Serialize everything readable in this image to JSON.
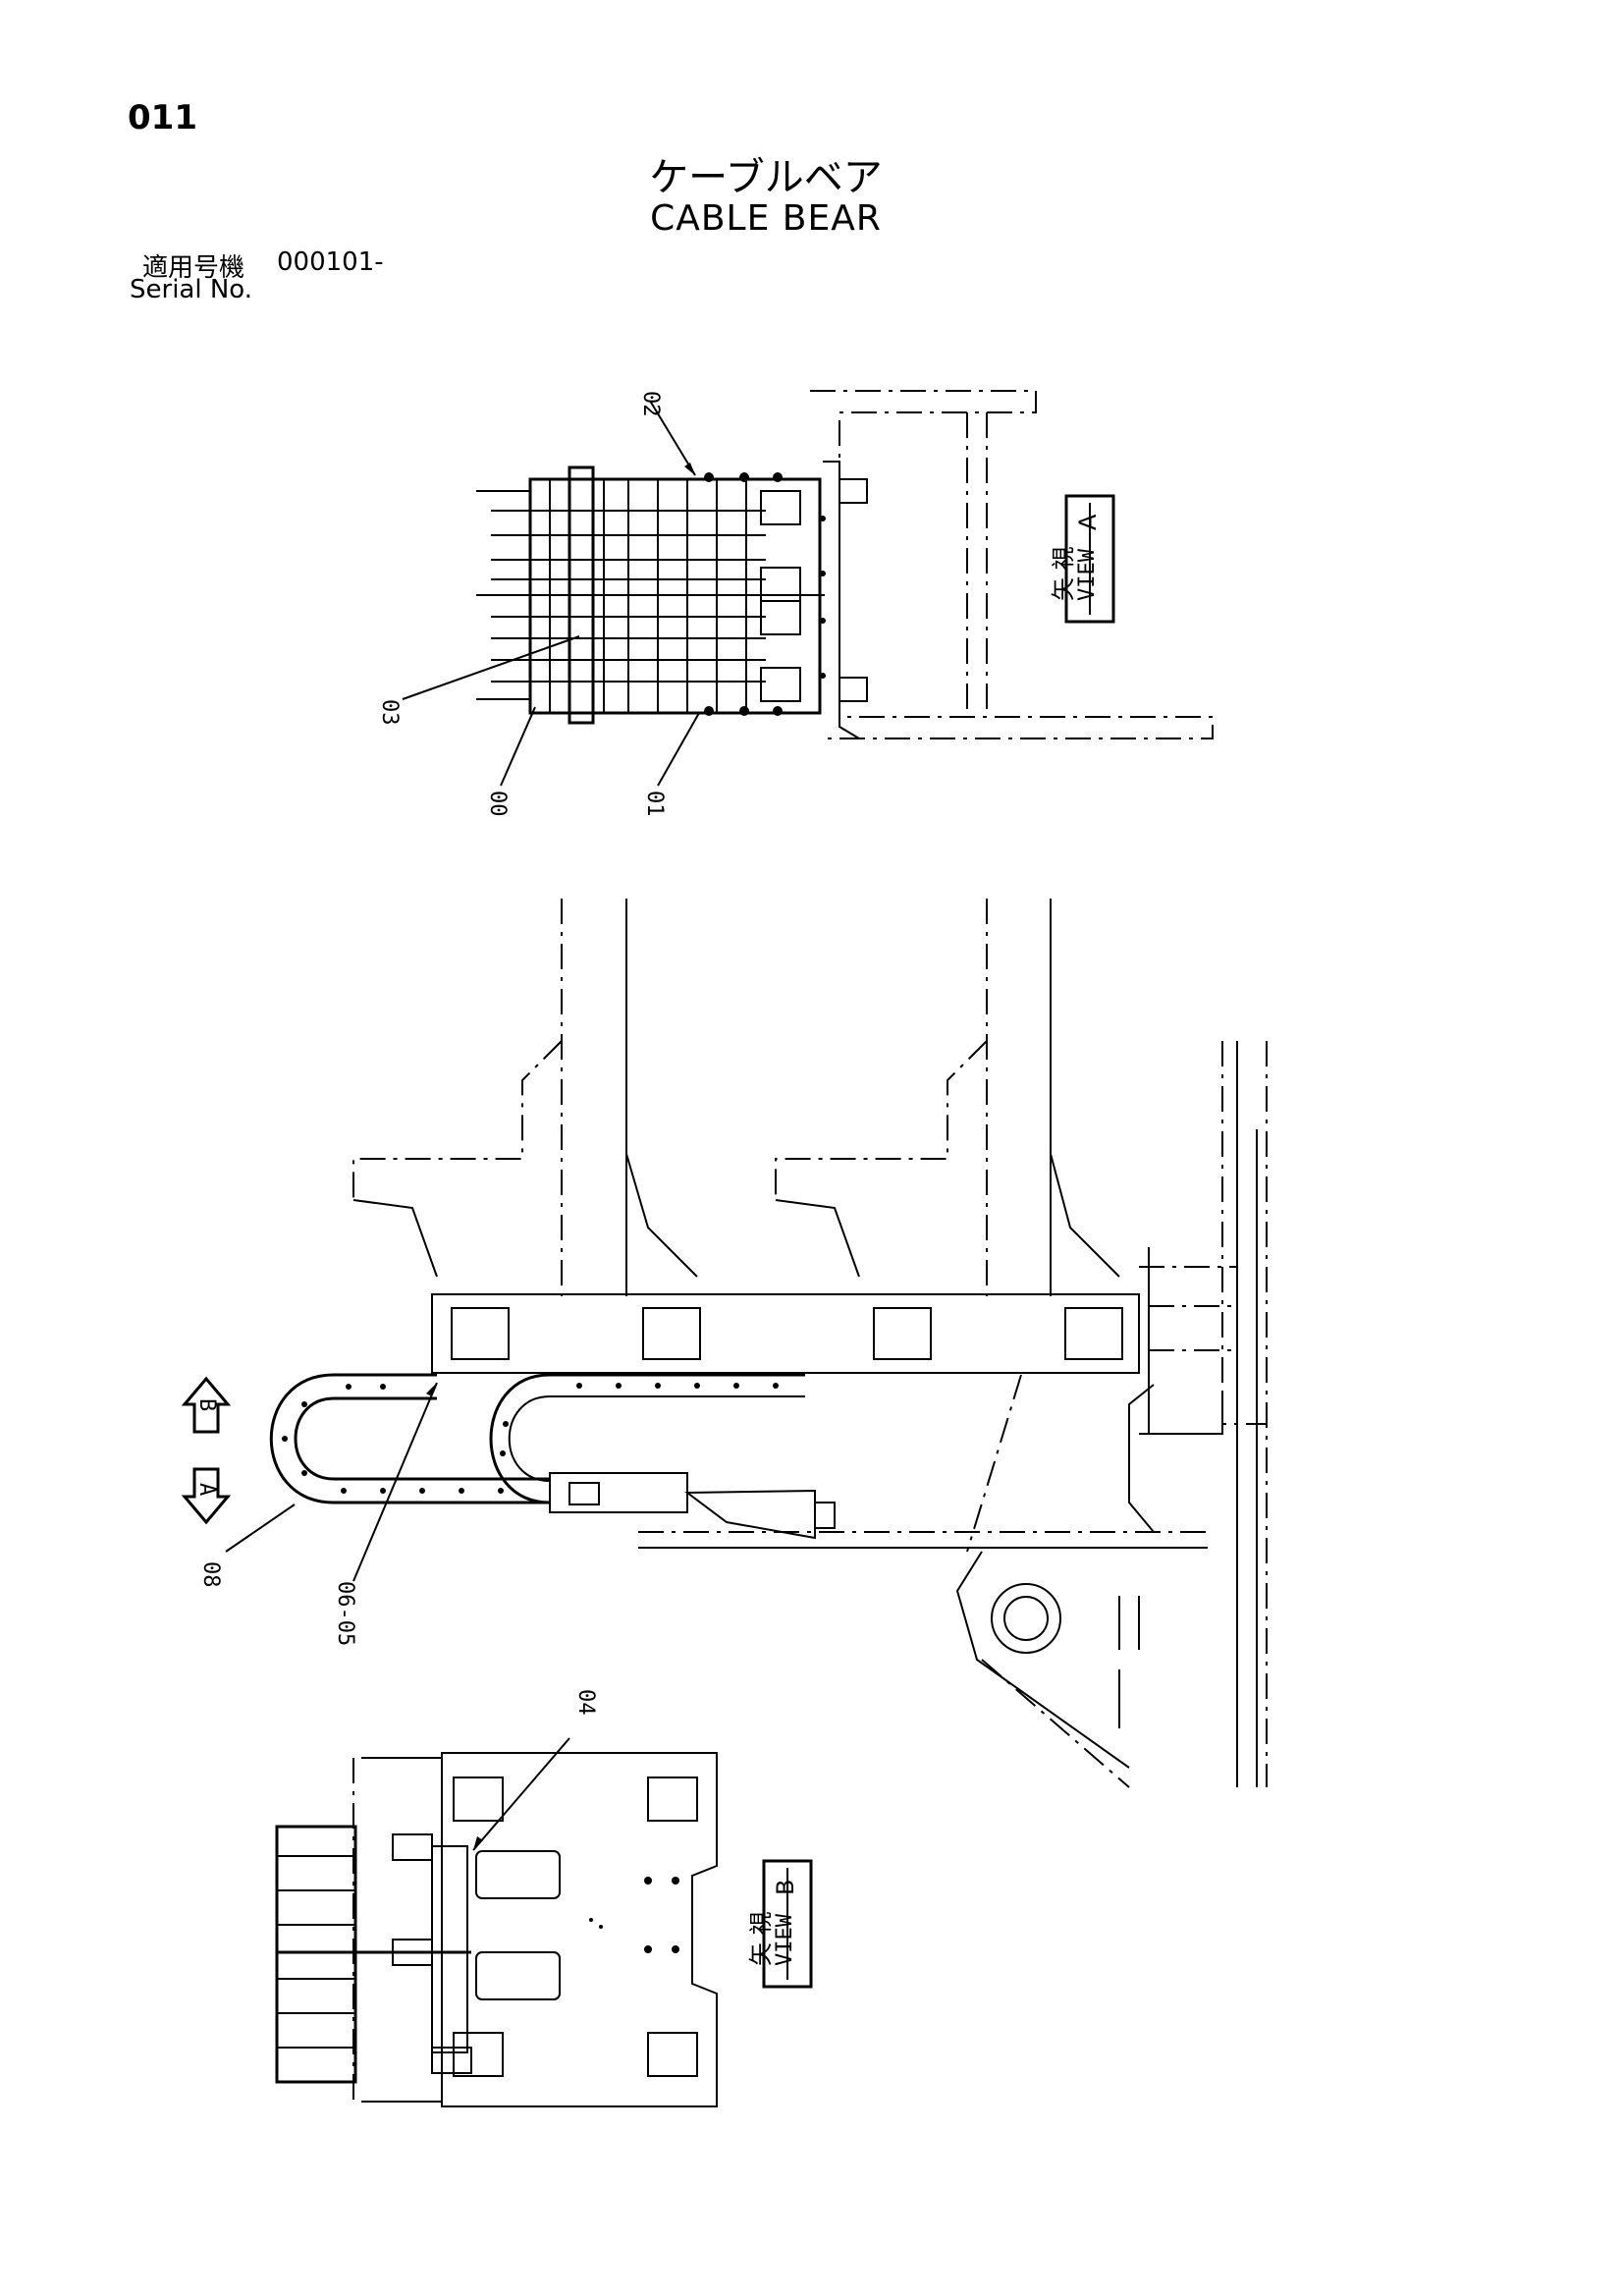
{
  "header": {
    "page_number": "011",
    "title_jp": "ケーブルベア",
    "title_en": "CABLE BEAR",
    "serial_label_jp": "適用号機",
    "serial_value": "000101-",
    "serial_label_en": "Serial No."
  },
  "callouts": {
    "p00": "00",
    "p01": "01",
    "p02": "02",
    "p03": "03",
    "p04": "04",
    "p0605": "06-05",
    "p08": "08"
  },
  "views": {
    "a": {
      "jp": "矢 視",
      "en": "VIEW",
      "letter": "A"
    },
    "b": {
      "jp": "矢 視",
      "en": "VIEW",
      "letter": "B"
    }
  },
  "arrows": {
    "a": "A",
    "b": "B"
  }
}
